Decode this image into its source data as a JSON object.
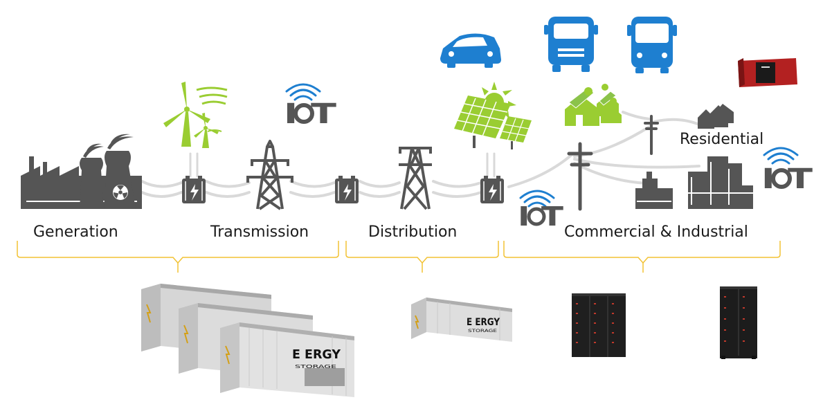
{
  "segments": {
    "generation": "Generation",
    "transmission": "Transmission",
    "distribution": "Distribution",
    "commercial_industrial": "Commercial & Industrial",
    "residential": "Residential"
  },
  "iot_badge": "I T",
  "storage_brand": {
    "name": "E ERGY",
    "subtitle": "STORAGE"
  },
  "colors": {
    "icon_gray": "#555555",
    "renewable_green": "#9acd32",
    "ev_blue": "#1e7fd0",
    "bracket_gold": "#f2c233",
    "line_gray": "#d9d9d9",
    "rack_red": "#c0392b"
  },
  "icons": [
    "factory-icon",
    "nuclear-icon",
    "wind-turbine-icon",
    "transformer-icon",
    "transmission-tower-icon",
    "distribution-tower-icon",
    "solar-panel-icon",
    "utility-pole-icon",
    "house-icon",
    "industrial-building-icon",
    "car-icon",
    "truck-icon",
    "bus-icon",
    "wifi-icon",
    "storage-container-icon",
    "battery-rack-icon",
    "home-battery-icon"
  ]
}
